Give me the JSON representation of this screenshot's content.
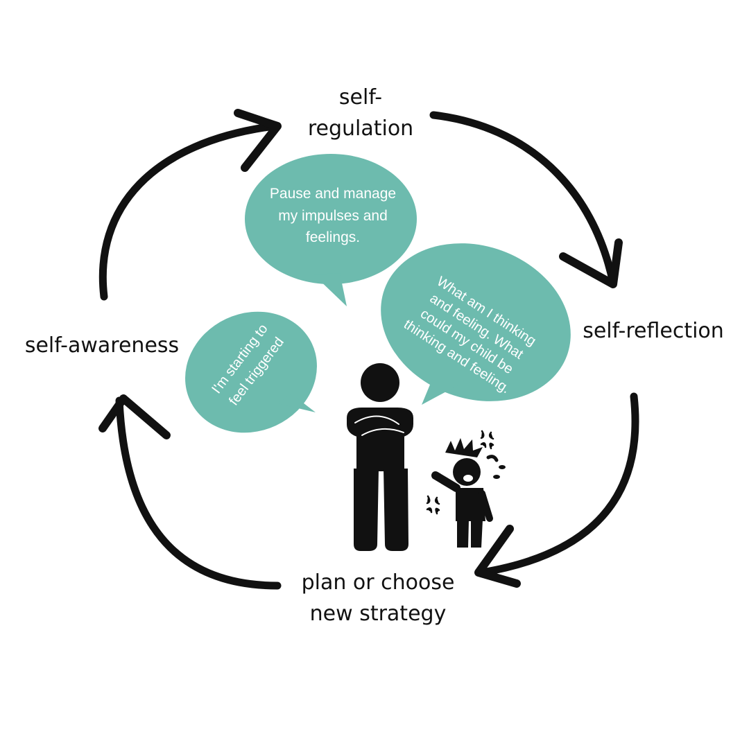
{
  "stages": {
    "regulation": "self-\nregulation",
    "reflection": "self-reflection",
    "awareness": "self-awareness",
    "plan": "plan or choose\nnew strategy"
  },
  "bubbles": {
    "pause": "Pause and manage\nmy impulses and\nfeelings.",
    "triggered": "I'm starting to\nfeel triggered",
    "reflect": "What am I thinking\nand feeling.  What\ncould my child be\nthinking and feeling."
  },
  "colors": {
    "bubble": "#6dbbae",
    "ink": "#111111",
    "background": "#ffffff"
  },
  "icons": [
    "cycle-arrow-icon",
    "speech-bubble-icon",
    "adult-arms-crossed-icon",
    "crying-child-icon",
    "anger-mark-icon"
  ]
}
